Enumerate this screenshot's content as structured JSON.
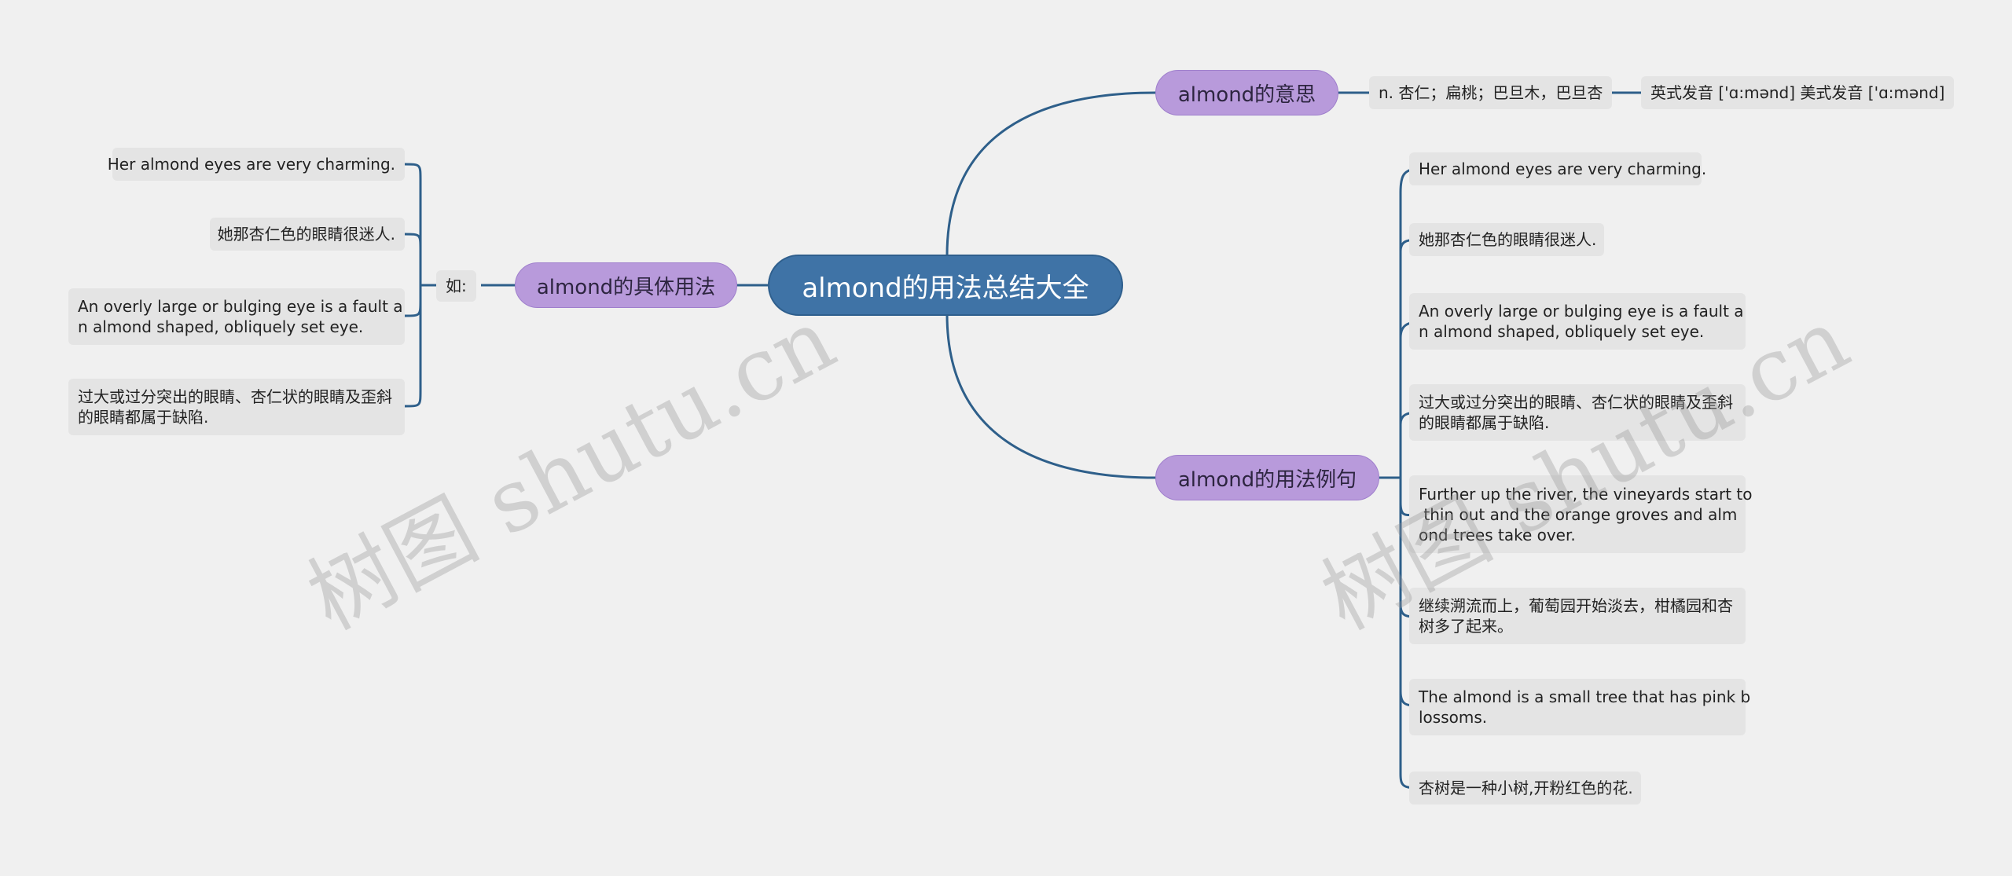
{
  "root": {
    "label": "almond的用法总结大全"
  },
  "branches": {
    "meaning": {
      "label": "almond的意思",
      "definition": "n. 杏仁；扁桃；巴旦木，巴旦杏",
      "pronunciation": "英式发音 ['ɑ:mənd] 美式发音 ['ɑ:mənd]"
    },
    "usage": {
      "label": "almond的具体用法",
      "connector": "如:",
      "items": [
        "Her almond eyes are very charming.",
        "她那杏仁色的眼睛很迷人.",
        "An overly large or bulging eye is a fault a\nn almond shaped, obliquely set eye.",
        "过大或过分突出的眼睛、杏仁状的眼睛及歪斜\n的眼睛都属于缺陷."
      ]
    },
    "examples": {
      "label": "almond的用法例句",
      "items": [
        "Her almond eyes are very charming.",
        "她那杏仁色的眼睛很迷人.",
        "An overly large or bulging eye is a fault a\nn almond shaped, obliquely set eye.",
        "过大或过分突出的眼睛、杏仁状的眼睛及歪斜\n的眼睛都属于缺陷.",
        "Further up the river, the vineyards start to\n thin out and the orange groves and alm\nond trees take over.",
        "继续溯流而上，葡萄园开始淡去，柑橘园和杏\n树多了起来。",
        "The almond is a small tree that has pink b\nlossoms.",
        "杏树是一种小树,开粉红色的花."
      ]
    }
  },
  "watermarks": [
    "树图 shutu.cn",
    "树图 shutu.cn"
  ],
  "colors": {
    "edge": "#2e5f8a",
    "root": "#3f73a6",
    "branch": "#b89adb",
    "leaf": "#e4e4e4",
    "background": "#f0f0f0"
  }
}
